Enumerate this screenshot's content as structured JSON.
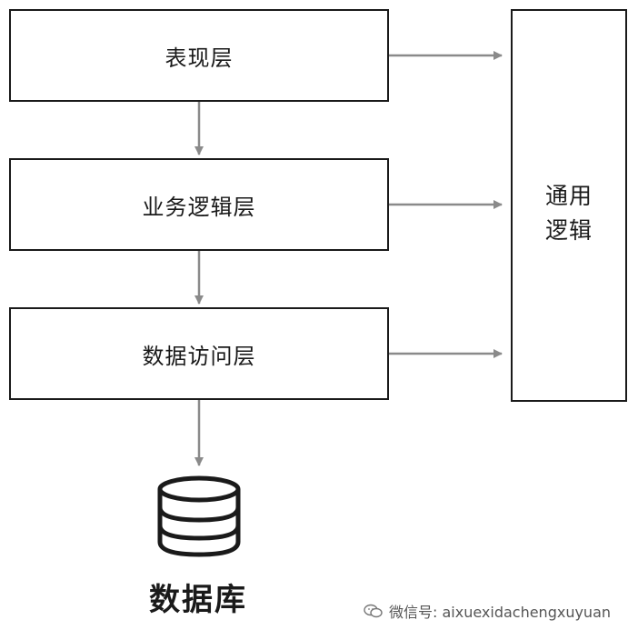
{
  "layers": {
    "presentation": "表现层",
    "business": "业务逻辑层",
    "data_access": "数据访问层"
  },
  "common_logic": {
    "line1": "通用",
    "line2": "逻辑"
  },
  "database": {
    "label": "数据库",
    "icon": "database-icon"
  },
  "watermark": {
    "text": "微信号: aixuexidachengxuyuan",
    "icon": "wechat-icon"
  },
  "colors": {
    "box_border": "#1a1a1a",
    "arrow": "#8a8a8a",
    "text": "#1a1a1a"
  }
}
